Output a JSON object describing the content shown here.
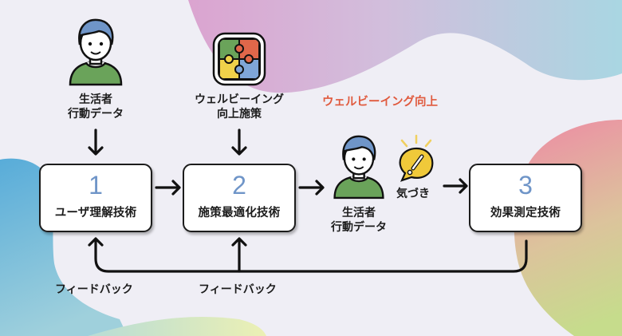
{
  "diagram": {
    "steps": [
      {
        "number": "1",
        "label": "ユーザ理解技術"
      },
      {
        "number": "2",
        "label": "施策最適化技術"
      },
      {
        "number": "3",
        "label": "効果測定技術"
      }
    ],
    "inputs": {
      "consumer_data_top": {
        "line1": "生活者",
        "line2": "行動データ",
        "icon": "person-icon"
      },
      "wellbeing_measures": {
        "line1": "ウェルビーイング",
        "line2": "向上施策",
        "icon": "puzzle-icon"
      },
      "consumer_data_mid": {
        "line1": "生活者",
        "line2": "行動データ",
        "icon": "person-icon"
      }
    },
    "insight": {
      "label": "気づき",
      "icon": "lightbulb-speech-bubble-icon"
    },
    "goal": {
      "label": "ウェルビーイング向上"
    },
    "feedback": [
      {
        "label": "フィードバック"
      },
      {
        "label": "フィードバック"
      }
    ]
  },
  "colors": {
    "background": "#efeef5",
    "step_number": "#6f95c8",
    "goal_text": "#e05a3e",
    "person_hair": "#6f95c8",
    "person_shirt": "#6aa35a",
    "puzzle_green": "#6aa35a",
    "puzzle_red": "#e0674a",
    "puzzle_yellow": "#f0d24a",
    "puzzle_blue": "#7fa6d8",
    "bulb_yellow": "#f0c93a"
  }
}
